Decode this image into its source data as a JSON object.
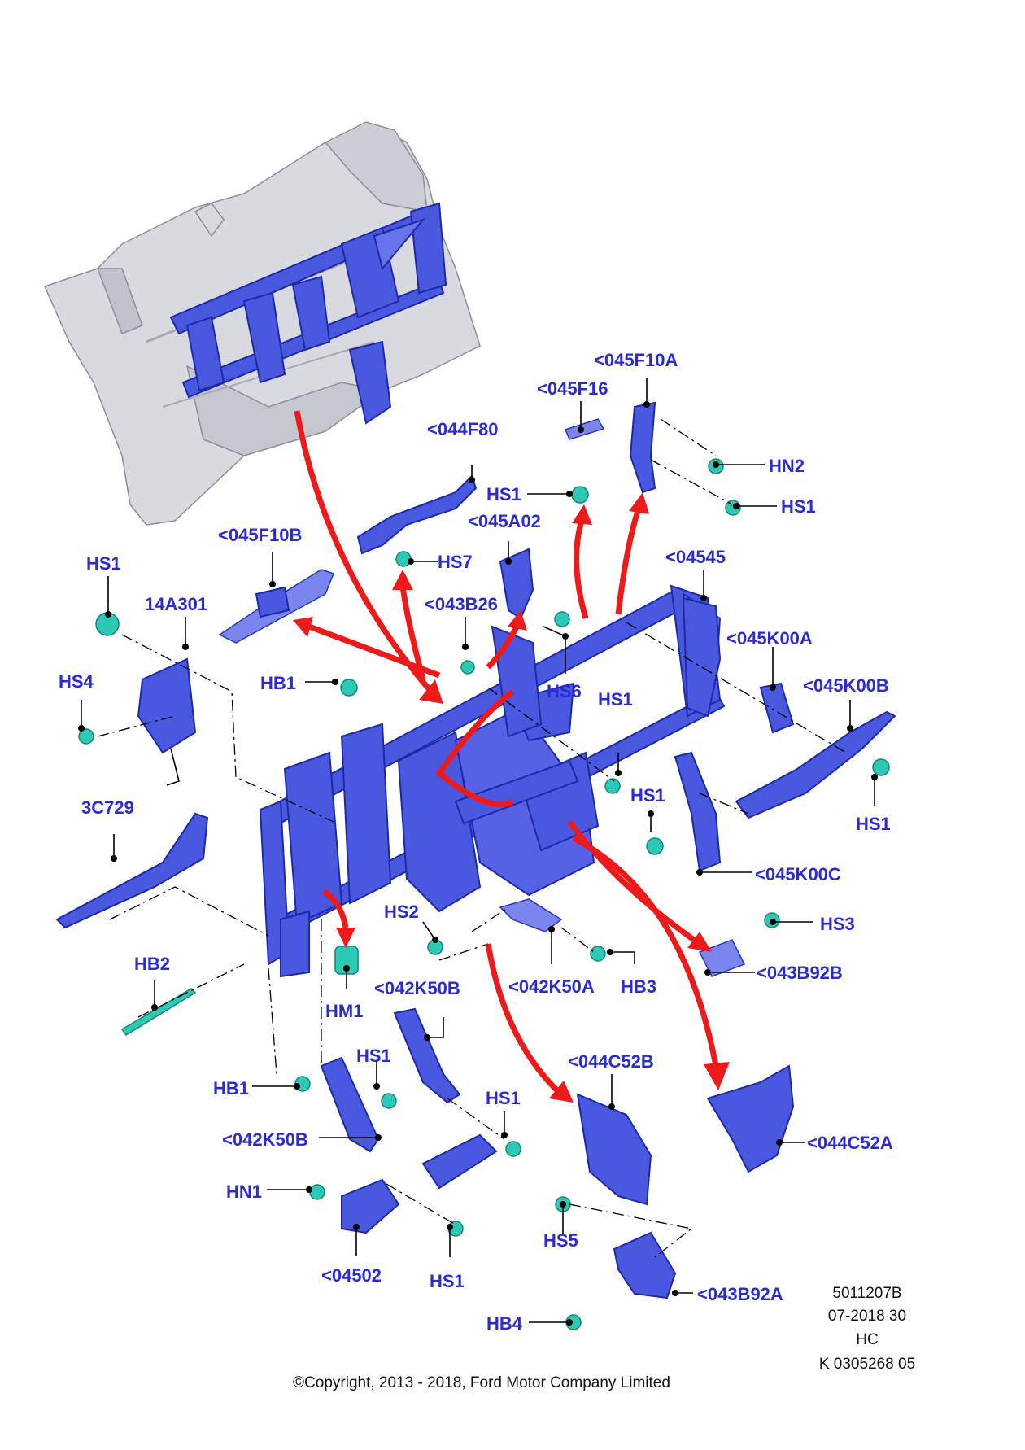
{
  "diagram": {
    "labels": {
      "l_045F10A": "<045F10A",
      "l_045F16": "<045F16",
      "l_044F80": "<044F80",
      "l_HN2": "HN2",
      "l_HS1_top": "HS1",
      "l_HS1_r1": "HS1",
      "l_045A02": "<045A02",
      "l_045F10B": "<045F10B",
      "l_HS7": "HS7",
      "l_04545": "<04545",
      "l_HS1_left": "HS1",
      "l_14A301": "14A301",
      "l_043B26": "<043B26",
      "l_045K00A": "<045K00A",
      "l_HS4": "HS4",
      "l_HB1_top": "HB1",
      "l_HS6": "HS6",
      "l_HS1_mid": "HS1",
      "l_045K00B": "<045K00B",
      "l_3C729": "3C729",
      "l_HS1_r2": "HS1",
      "l_HS1_r3": "HS1",
      "l_045K00C": "<045K00C",
      "l_HS2": "HS2",
      "l_HS3": "HS3",
      "l_HB2": "HB2",
      "l_042K50A": "<042K50A",
      "l_HB3": "HB3",
      "l_043B92B": "<043B92B",
      "l_HM1": "HM1",
      "l_042K50B_top": "<042K50B",
      "l_044C52B": "<044C52B",
      "l_HS1_b1": "HS1",
      "l_HB1_bot": "HB1",
      "l_HS1_b2": "HS1",
      "l_042K50B_bot": "<042K50B",
      "l_044C52A": "<044C52A",
      "l_HN1": "HN1",
      "l_HS5": "HS5",
      "l_04502": "<04502",
      "l_HS1_b3": "HS1",
      "l_043B92A": "<043B92A",
      "l_HB4": "HB4"
    },
    "reference": {
      "drawing_no": "5011207B",
      "date": "07-2018 30",
      "code": "HC",
      "sheet": "K 0305268 05"
    },
    "copyright": "©Copyright, 2013 - 2018, Ford Motor Company Limited"
  },
  "colors": {
    "label_blue": "#2b2bd6",
    "part_blue": "#4a58e0",
    "fastener_teal": "#2ec9b5",
    "arrow_red": "#ee1a1a",
    "body_grey": "#d9d9e0"
  }
}
